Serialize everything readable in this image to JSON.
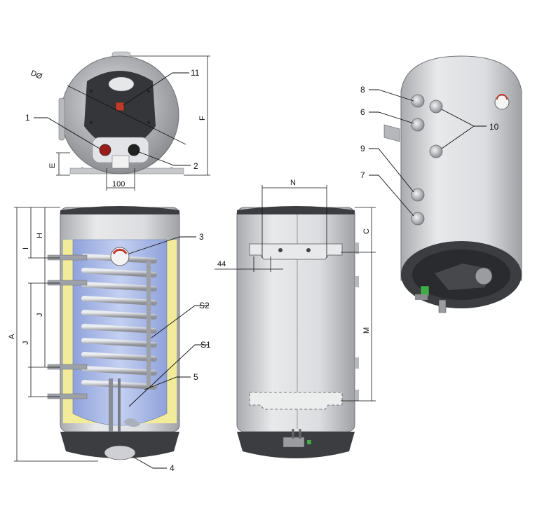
{
  "callouts": {
    "c1": "1",
    "c2": "2",
    "c3": "3",
    "c4": "4",
    "c5": "5",
    "c6": "6",
    "c7": "7",
    "c8": "8",
    "c9": "9",
    "c10": "10",
    "c11": "11",
    "s1": "S1",
    "s2": "S2"
  },
  "dimensions": {
    "diameter": "DØ",
    "e": "E",
    "f": "F",
    "width_100": "100",
    "a": "A",
    "h": "H",
    "i": "I",
    "j_upper": "J",
    "j_lower": "J",
    "n": "N",
    "c": "C",
    "m": "M",
    "d44": "44"
  },
  "colors": {
    "tank_body": "#d9dadc",
    "tank_shadow": "#a9abae",
    "cap_dark": "#3c3d40",
    "insulation": "#f2ec9a",
    "inner_tank": "#a7b7e6",
    "coil": "#b9bcc2",
    "gauge_red": "#c0392b",
    "indicator_green": "#3fae49"
  }
}
